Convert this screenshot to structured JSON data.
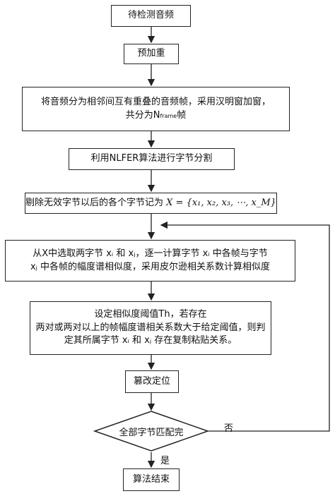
{
  "nodes": {
    "start": "待检测音频",
    "pre_emphasis": "预加重",
    "framing_line1": "将音频分为相邻间互有重叠的音频帧，采用汉明窗加窗，",
    "framing_line2_pre": "共分为N",
    "framing_line2_sub": "frame",
    "framing_line2_post": "帧",
    "segmentation": "利用NLFER算法进行字节分割",
    "remove_invalid": "剔除无效字节以后的各个字节记为",
    "remove_invalid_formula": "X = {x₁, x₂, x₃, ⋯, x_M}",
    "select_line1": "从X中选取两字节 xᵢ 和 xⱼ，逐一计算字节 xᵢ 中各帧与字节",
    "select_line2": "xⱼ 中各帧的幅度谱相似度，采用皮尔逊相关系数计算相似度",
    "threshold_line1": "设定相似度阈值Th，若存在",
    "threshold_line2": "两对或两对以上的帧幅度谱相关系数大于给定阈值，则判",
    "threshold_line3": "定其所属字节 xᵢ 和 xⱼ 存在复制粘贴关系。",
    "locate": "篡改定位",
    "decision": "全部字节匹配完",
    "end": "算法结束"
  },
  "edge_labels": {
    "no": "否",
    "yes": "是"
  }
}
